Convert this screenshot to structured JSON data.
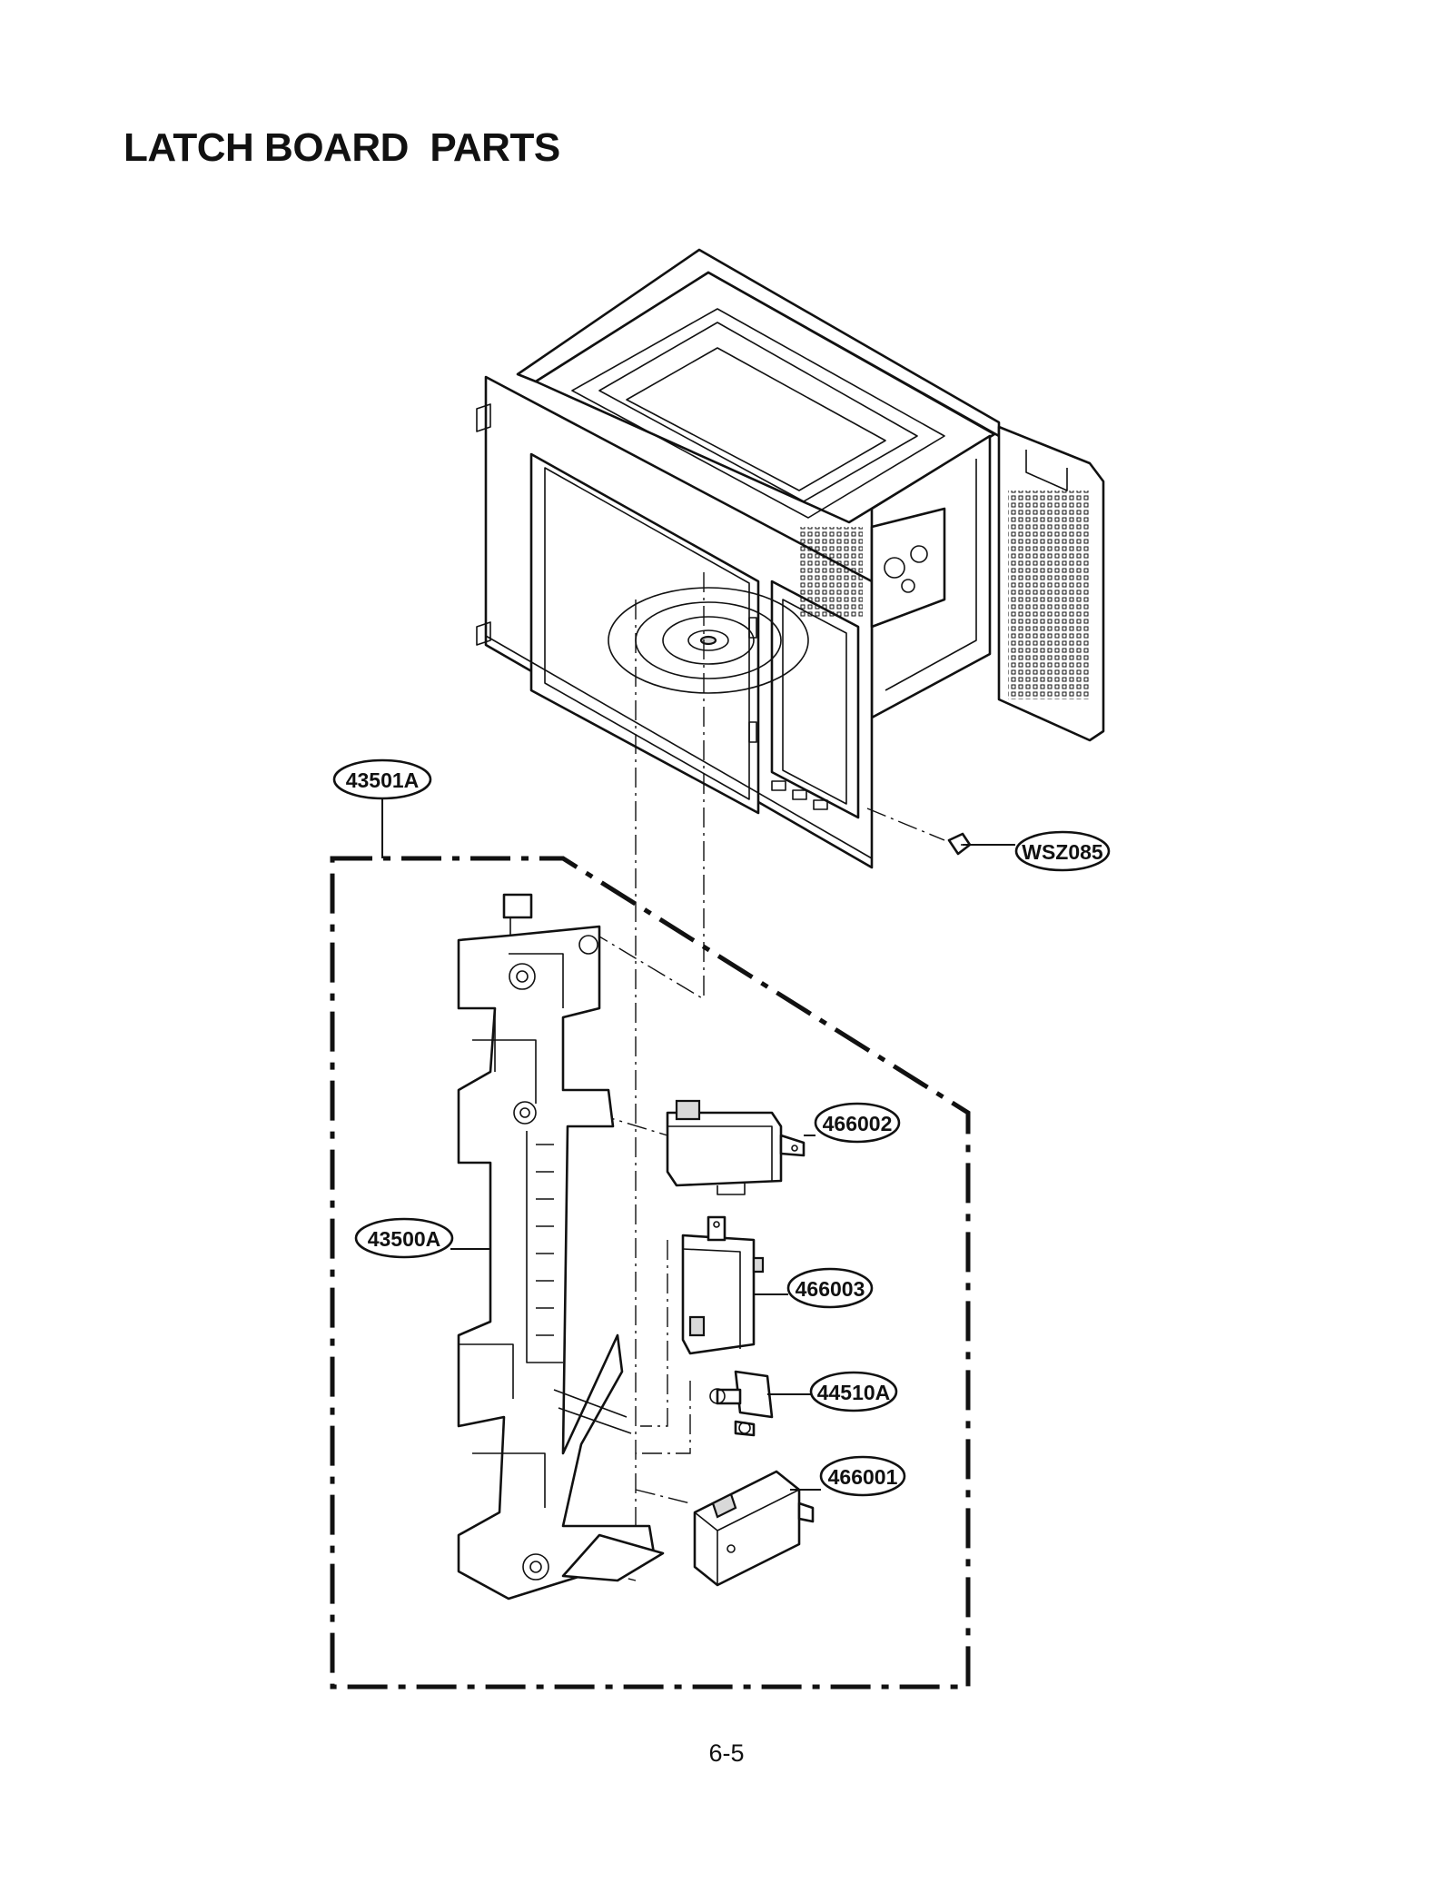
{
  "title": "LATCH BOARD  PARTS",
  "page_number": "6-5",
  "callouts": [
    {
      "id": "43501A",
      "label": "43501A"
    },
    {
      "id": "WSZ085",
      "label": "WSZ085"
    },
    {
      "id": "466002",
      "label": "466002"
    },
    {
      "id": "43500A",
      "label": "43500A"
    },
    {
      "id": "466003",
      "label": "466003"
    },
    {
      "id": "44510A",
      "label": "44510A"
    },
    {
      "id": "466001",
      "label": "466001"
    }
  ]
}
